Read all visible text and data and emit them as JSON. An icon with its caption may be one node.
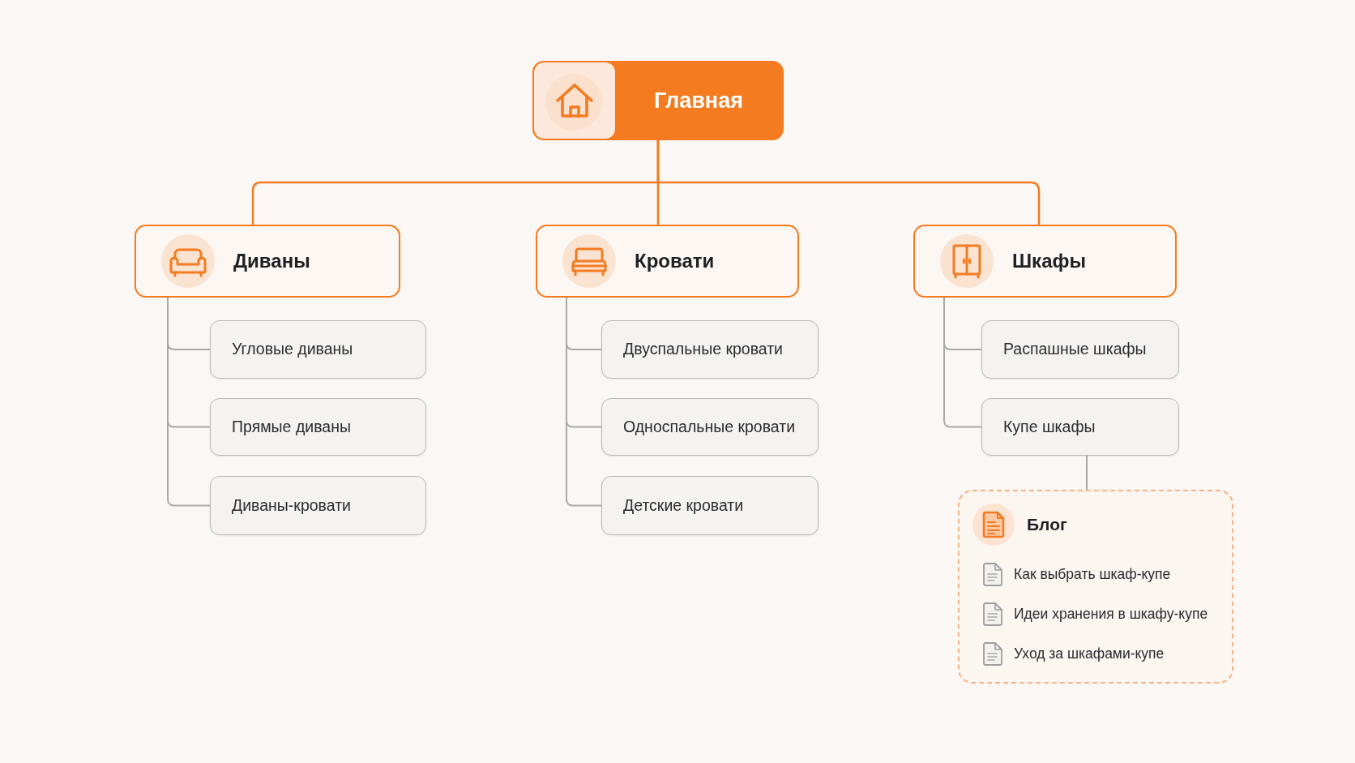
{
  "diagram": {
    "nodes": [
      {
        "text": [
          "Главная"
        ]
      },
      {
        "text": [
          "Диваны"
        ]
      },
      {
        "text": [
          "Кровати"
        ]
      },
      {
        "text": [
          "Шкафы"
        ]
      },
      {
        "text": [
          "Угловые диваны"
        ]
      },
      {
        "text": [
          "Прямые диваны"
        ]
      },
      {
        "text": [
          "Диваны-кровати"
        ]
      },
      {
        "text": [
          "Двуспальные кровати"
        ]
      },
      {
        "text": [
          "Односпальные кровати"
        ]
      },
      {
        "text": [
          "Детские кровати"
        ]
      },
      {
        "text": [
          "Распашные шкафы"
        ]
      },
      {
        "text": [
          "Купе шкафы"
        ]
      },
      {
        "text": [
          "Блог",
          "Как выбрать шкаф-купе",
          "Идеи хранения в шкафу-купе",
          "Уход за шкафами-купе"
        ]
      }
    ],
    "edges": [
      {
        "from": 0,
        "to": 1,
        "arrow": "none",
        "color": "#f47b20"
      },
      {
        "from": 0,
        "to": 2,
        "arrow": "none",
        "color": "#f47b20"
      },
      {
        "from": 0,
        "to": 3,
        "arrow": "none",
        "color": "#f47b20"
      },
      {
        "from": 1,
        "to": 4,
        "arrow": "none"
      },
      {
        "from": 1,
        "to": 5,
        "arrow": "none"
      },
      {
        "from": 1,
        "to": 6,
        "arrow": "none"
      },
      {
        "from": 2,
        "to": 7,
        "arrow": "none"
      },
      {
        "from": 2,
        "to": 8,
        "arrow": "none"
      },
      {
        "from": 2,
        "to": 9,
        "arrow": "none"
      },
      {
        "from": 3,
        "to": 10,
        "arrow": "none"
      },
      {
        "from": 3,
        "to": 11,
        "arrow": "none"
      },
      {
        "from": 11,
        "to": 12,
        "arrow": "none"
      }
    ]
  }
}
